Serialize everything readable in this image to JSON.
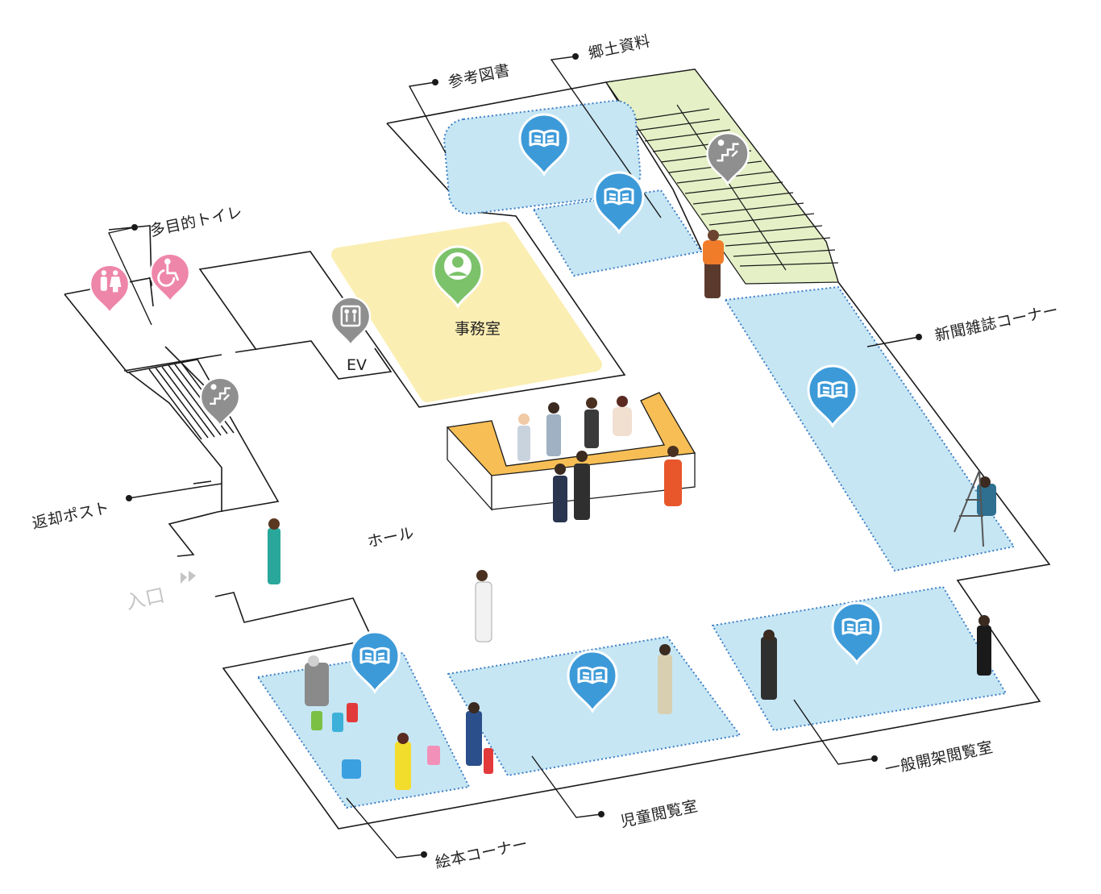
{
  "labels": {
    "local_materials": "郷土資料",
    "reference_books": "参考図書",
    "multipurpose_toilet": "多目的トイレ",
    "newspaper_corner": "新聞雑誌コーナー",
    "office": "事務室",
    "elevator": "EV",
    "return_post": "返却ポスト",
    "hall": "ホール",
    "entrance": "入口",
    "general_stacks": "一般開架閲覧室",
    "children_room": "児童閲覧室",
    "picture_book_corner": "絵本コーナー"
  },
  "colors": {
    "reading_area": "#c6e6f4",
    "area_border": "#3d7fc4",
    "office_area": "#fbeeb3",
    "counter": "#f7be55",
    "local_materials_area": "#e5f0c6",
    "book_pin": "#3d9ad8",
    "toilet_pin": "#ee86a9",
    "office_pin": "#7cc26a",
    "facility_pin": "#8f8f8f",
    "wall_line": "#1a1a1a"
  },
  "icons": [
    "book-icon",
    "toilet-icon",
    "wheelchair-icon",
    "staff-icon",
    "elevator-icon",
    "stairs-icon"
  ]
}
